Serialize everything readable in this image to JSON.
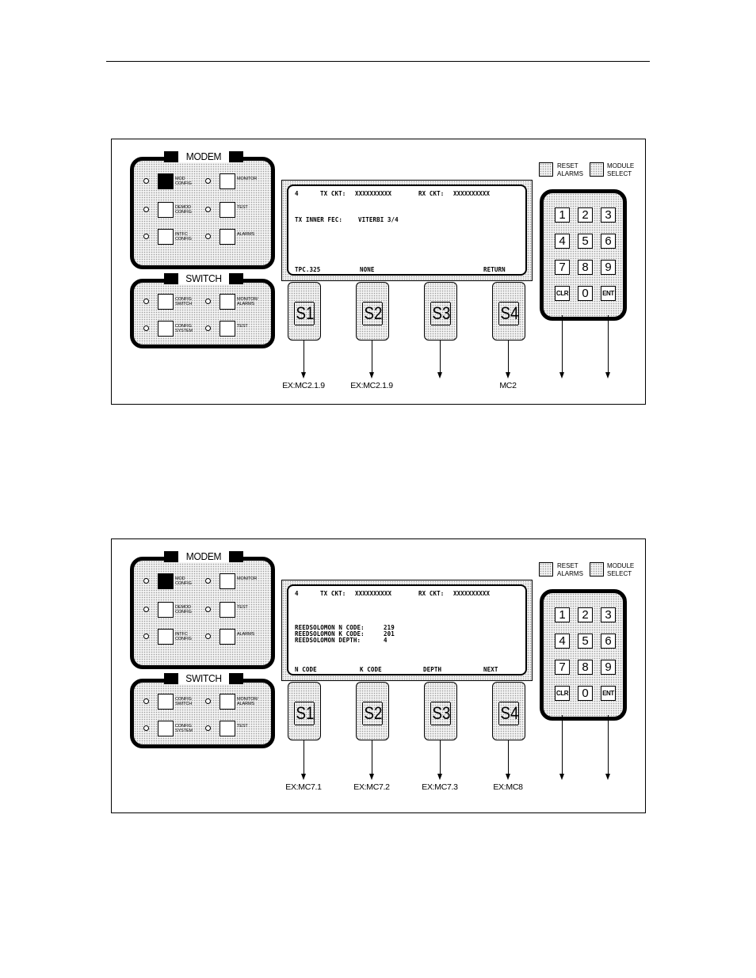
{
  "figures": [
    {
      "modem": {
        "title": "MODEM",
        "buttons": [
          {
            "label": "MOD\nCONFIG",
            "lit": true
          },
          {
            "label": "MONITOR",
            "lit": false
          },
          {
            "label": "DEMOD\nCONFIG",
            "lit": false
          },
          {
            "label": "TEST",
            "lit": false
          },
          {
            "label": "INTFC\nCONFIG",
            "lit": false
          },
          {
            "label": "ALARMS",
            "lit": false
          }
        ]
      },
      "switch": {
        "title": "SWITCH",
        "buttons": [
          {
            "label": "CONFIG\nSWITCH",
            "lit": false
          },
          {
            "label": "MONITOR/\nALARMS",
            "lit": false
          },
          {
            "label": "CONFIG\nSYSTEM",
            "lit": false
          },
          {
            "label": "TEST",
            "lit": false
          }
        ]
      },
      "lcd": {
        "header": {
          "num": "4",
          "tx_label": "TX CKT:",
          "tx_value": "XXXXXXXXXX",
          "rx_label": "RX CKT:",
          "rx_value": "XXXXXXXXXX"
        },
        "lines": [
          {
            "label": "TX INNER FEC:",
            "value": "VITERBI 3/4"
          }
        ],
        "softkey_labels": [
          "TPC.325",
          "NONE",
          "",
          "RETURN"
        ]
      },
      "softkeys": [
        "S1",
        "S2",
        "S3",
        "S4"
      ],
      "destinations": [
        "EX:MC2.1.9",
        "EX:MC2.1.9",
        "",
        "MC2"
      ],
      "top_buttons": {
        "reset": "RESET\nALARMS",
        "module": "MODULE\nSELECT"
      },
      "keypad": [
        "1",
        "2",
        "3",
        "4",
        "5",
        "6",
        "7",
        "8",
        "9",
        "CLR",
        "0",
        "ENT"
      ]
    },
    {
      "modem": {
        "title": "MODEM",
        "buttons": [
          {
            "label": "MOD\nCONFIG",
            "lit": true
          },
          {
            "label": "MONITOR",
            "lit": false
          },
          {
            "label": "DEMOD\nCONFIG",
            "lit": false
          },
          {
            "label": "TEST",
            "lit": false
          },
          {
            "label": "INTFC\nCONFIG",
            "lit": false
          },
          {
            "label": "ALARMS",
            "lit": false
          }
        ]
      },
      "switch": {
        "title": "SWITCH",
        "buttons": [
          {
            "label": "CONFIG\nSWITCH",
            "lit": false
          },
          {
            "label": "MONITOR/\nALARMS",
            "lit": false
          },
          {
            "label": "CONFIG\nSYSTEM",
            "lit": false
          },
          {
            "label": "TEST",
            "lit": false
          }
        ]
      },
      "lcd": {
        "header": {
          "num": "4",
          "tx_label": "TX CKT:",
          "tx_value": "XXXXXXXXXX",
          "rx_label": "RX CKT:",
          "rx_value": "XXXXXXXXXX"
        },
        "lines": [
          {
            "label": "REEDSOLOMON N CODE:",
            "value": "219"
          },
          {
            "label": "REEDSOLOMON K CODE:",
            "value": "201"
          },
          {
            "label": "REEDSOLOMON DEPTH:",
            "value": "4"
          }
        ],
        "softkey_labels": [
          "N CODE",
          "K CODE",
          "DEPTH",
          "NEXT"
        ]
      },
      "softkeys": [
        "S1",
        "S2",
        "S3",
        "S4"
      ],
      "destinations": [
        "EX:MC7.1",
        "EX:MC7.2",
        "EX:MC7.3",
        "EX:MC8"
      ],
      "top_buttons": {
        "reset": "RESET\nALARMS",
        "module": "MODULE\nSELECT"
      },
      "keypad": [
        "1",
        "2",
        "3",
        "4",
        "5",
        "6",
        "7",
        "8",
        "9",
        "CLR",
        "0",
        "ENT"
      ]
    }
  ]
}
